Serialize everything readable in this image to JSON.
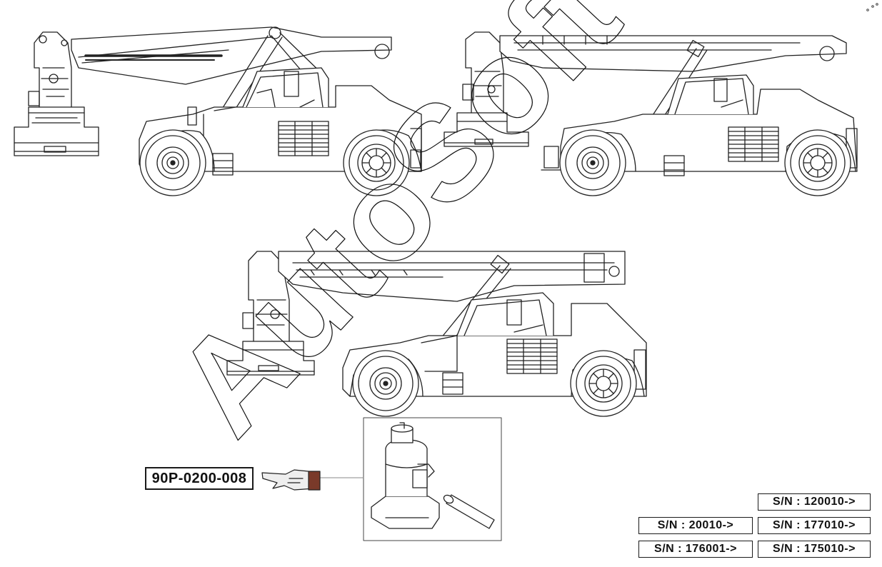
{
  "part_number": "90P-0200-008",
  "watermark": "AutoSoft",
  "serial_numbers": [
    "S/N : 120010->",
    "S/N : 20010->",
    "S/N : 177010->",
    "S/N : 176001->",
    "S/N : 175010->"
  ],
  "illustrations": {
    "machines": [
      "reach-stacker-view-1",
      "reach-stacker-view-2",
      "reach-stacker-view-3"
    ],
    "part": "bottle-jack-with-handle",
    "pointer": "pointing-hand-icon"
  }
}
